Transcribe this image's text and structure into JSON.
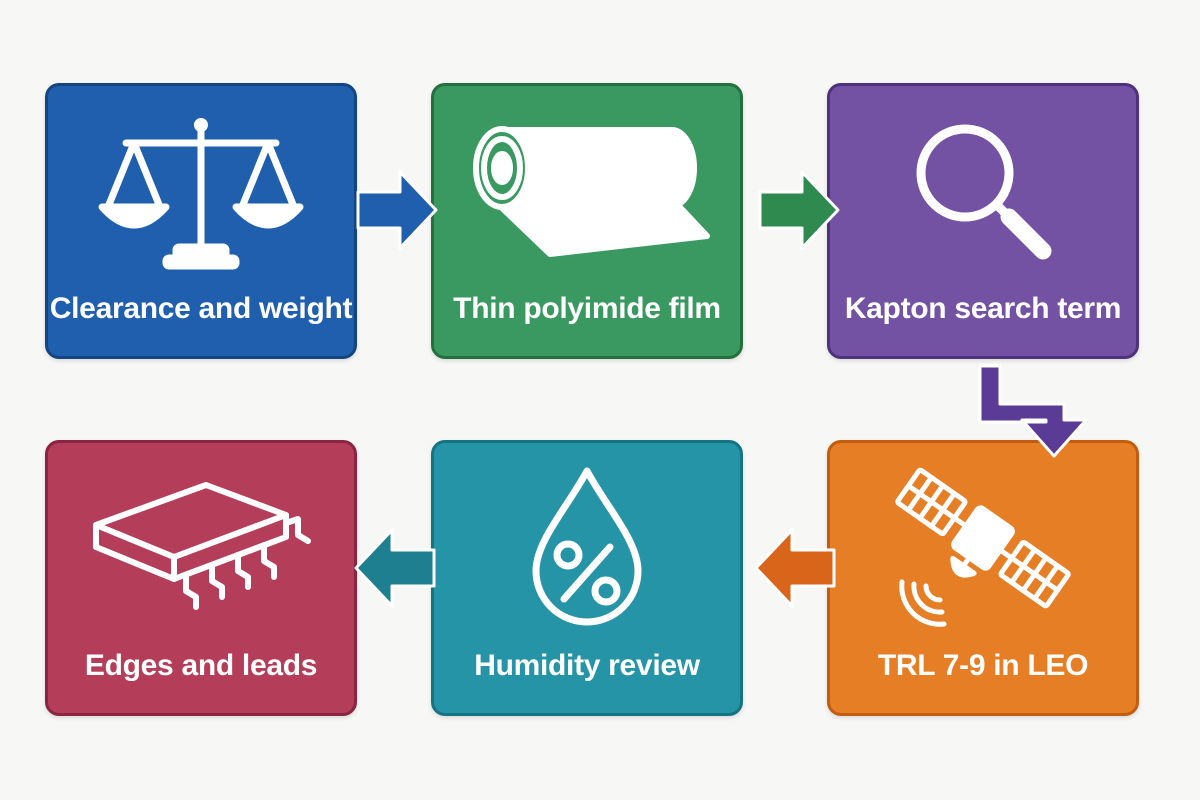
{
  "steps": [
    {
      "label": "Clearance and weight",
      "icon": "scale-icon",
      "color": "#1f5fae"
    },
    {
      "label": "Thin polyimide film",
      "icon": "film-roll-icon",
      "color": "#3a9960"
    },
    {
      "label": "Kapton search term",
      "icon": "magnifier-icon",
      "color": "#7352a4"
    },
    {
      "label": "TRL 7-9 in LEO",
      "icon": "satellite-icon",
      "color": "#e67e26"
    },
    {
      "label": "Humidity review",
      "icon": "humidity-drop-icon",
      "color": "#2494a6"
    },
    {
      "label": "Edges and leads",
      "icon": "chip-icon",
      "color": "#b43d5a"
    }
  ],
  "connectors": [
    {
      "from": 1,
      "to": 2,
      "direction": "right",
      "color": "#1f5fae"
    },
    {
      "from": 2,
      "to": 3,
      "direction": "right",
      "color": "#2f8a4f"
    },
    {
      "from": 3,
      "to": 4,
      "direction": "down",
      "color": "#5a3b96"
    },
    {
      "from": 4,
      "to": 5,
      "direction": "left",
      "color": "#d9651a"
    },
    {
      "from": 5,
      "to": 6,
      "direction": "left",
      "color": "#1e7f91"
    }
  ]
}
